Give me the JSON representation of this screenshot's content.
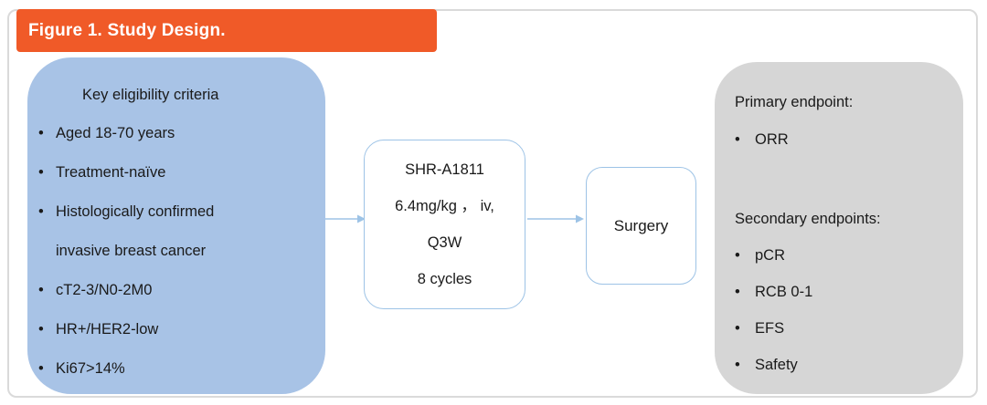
{
  "figure": {
    "title": "Figure 1. Study Design."
  },
  "eligibility": {
    "title": "Key eligibility criteria",
    "items": [
      "Aged 18-70 years",
      "Treatment-naïve",
      "Histologically confirmed invasive breast cancer",
      "cT2-3/N0-2M0",
      "HR+/HER2-low",
      "Ki67>14%"
    ]
  },
  "treatment": {
    "lines": [
      "SHR-A1811",
      "6.4mg/kg ， iv,",
      "Q3W",
      "8 cycles"
    ]
  },
  "surgery": {
    "label": "Surgery"
  },
  "endpoints": {
    "primary_title": "Primary endpoint:",
    "primary_items": [
      "ORR"
    ],
    "secondary_title": "Secondary endpoints:",
    "secondary_items": [
      "pCR",
      "RCB 0-1",
      "EFS",
      "Safety"
    ]
  },
  "colors": {
    "banner_orange": "#F05A28",
    "eligibility_blue": "#A8C3E6",
    "box_border_blue": "#9DC3E6",
    "endpoints_gray": "#D6D6D6",
    "arrow_blue": "#9DC3E6",
    "frame_border": "#DADADA",
    "text_dark": "#1A1A1A"
  }
}
